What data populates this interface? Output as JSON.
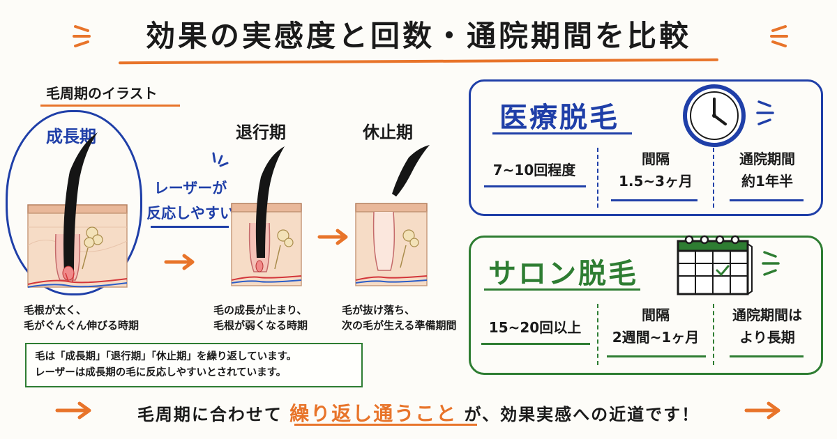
{
  "title": "効果の実感度と回数・通院期間を比較",
  "hair_cycle": {
    "heading": "毛周期のイラスト",
    "laser_label_line1": "レーザーが",
    "laser_label_line2": "反応しやすい",
    "stages": [
      {
        "label": "成長期",
        "desc_line1": "毛根が太く、",
        "desc_line2": "毛がぐんぐん伸びる時期"
      },
      {
        "label": "退行期",
        "desc_line1": "毛の成長が止まり、",
        "desc_line2": "毛根が弱くなる時期"
      },
      {
        "label": "休止期",
        "desc_line1": "毛が抜け落ち、",
        "desc_line2": "次の毛が生える準備期間"
      }
    ],
    "note_line1": "毛は「成長期」「退行期」「休止期」を繰り返しています。",
    "note_line2": "レーザーは成長期の毛に反応しやすいとされています。"
  },
  "medical": {
    "title": "医療脱毛",
    "count": "7~10回程度",
    "interval_label": "間隔",
    "interval_value": "1.5~3ヶ月",
    "period_label": "通院期間",
    "period_value": "約1年半"
  },
  "salon": {
    "title": "サロン脱毛",
    "count": "15~20回以上",
    "interval_label": "間隔",
    "interval_value": "2週間~1ヶ月",
    "period_label": "通院期間は",
    "period_value": "より長期"
  },
  "footer": {
    "pre": "毛周期に合わせて",
    "highlight": "繰り返し通うこと",
    "post": "が、効果実感への近道です！"
  },
  "colors": {
    "accent_orange": "#e8742a",
    "medical_blue": "#1f3fa8",
    "salon_green": "#2e7d32",
    "skin": "#f6dcc6",
    "hair": "#151515"
  },
  "icons": [
    "spark-icon",
    "arrow-right-icon",
    "clock-icon",
    "calendar-icon",
    "checkmark-icon"
  ]
}
